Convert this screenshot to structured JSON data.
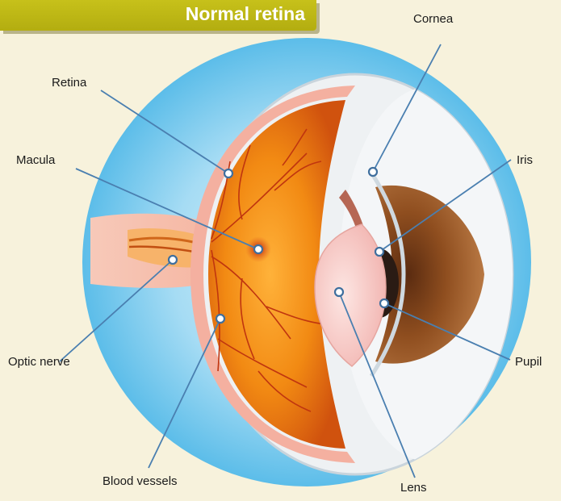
{
  "title": "Normal retina",
  "labels": {
    "cornea": "Cornea",
    "retina": "Retina",
    "macula": "Macula",
    "iris": "Iris",
    "optic_nerve": "Optic nerve",
    "pupil": "Pupil",
    "blood_vessels": "Blood vessels",
    "lens": "Lens"
  },
  "colors": {
    "background": "#f7f2dc",
    "banner": "#c2bc15",
    "leader_line": "#4a7fb0",
    "halo": "#63c0ee",
    "retina_orange": "#f08a12",
    "iris_brown": "#8a4a1c",
    "sclera": "#e8ecef"
  }
}
